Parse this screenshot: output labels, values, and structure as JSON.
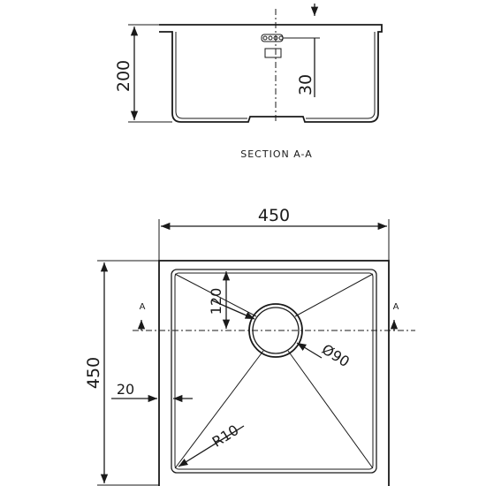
{
  "section": {
    "title": "SECTION A-A",
    "depth": "200",
    "waste_depth": "30"
  },
  "plan": {
    "overall_width": "450",
    "overall_height": "450",
    "waste_offset": "120",
    "waste_diameter": "Ø90",
    "flange": "20",
    "corner_radius": "R10",
    "section_mark_left": "A",
    "section_mark_right": "A"
  }
}
